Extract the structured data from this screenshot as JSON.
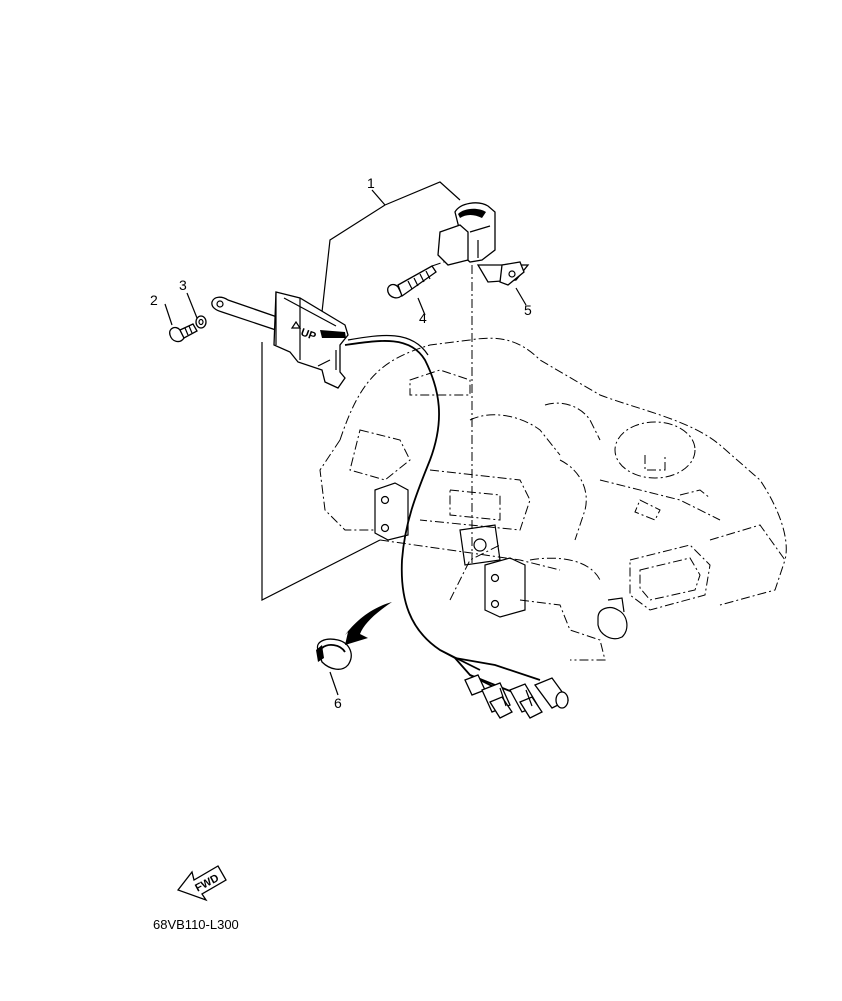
{
  "callouts": [
    {
      "number": "1"
    },
    {
      "number": "2"
    },
    {
      "number": "3"
    },
    {
      "number": "4"
    },
    {
      "number": "5"
    },
    {
      "number": "6"
    }
  ],
  "sensor_marking": "UP",
  "direction_badge": "FWD",
  "diagram_code": "68VB110-L300"
}
